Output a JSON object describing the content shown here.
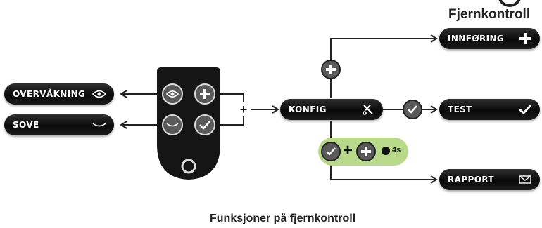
{
  "header": {
    "title": "Fjernkontroll",
    "title_icon": "remote-logo-icon"
  },
  "caption": "Funksjoner på fjernkontroll",
  "left_menu": [
    {
      "label": "OVERVÅKNING",
      "icon": "eye-open-icon"
    },
    {
      "label": "SOVE",
      "icon": "eye-closed-icon"
    }
  ],
  "center": {
    "label": "KONFIG",
    "icon": "tools-icon"
  },
  "right_menu": [
    {
      "label": "INNFØRING",
      "icon": "plus-icon"
    },
    {
      "label": "TEST",
      "icon": "check-icon"
    },
    {
      "label": "RAPPORT",
      "icon": "envelope-icon"
    }
  ],
  "combo": {
    "hold_text": "4s",
    "buttons": [
      "check",
      "plus"
    ],
    "timer_icon": "clock-icon"
  },
  "colors": {
    "pill": "#111111",
    "accent_green": "#b8d98a",
    "line": "#222222",
    "remote": "#151515"
  }
}
